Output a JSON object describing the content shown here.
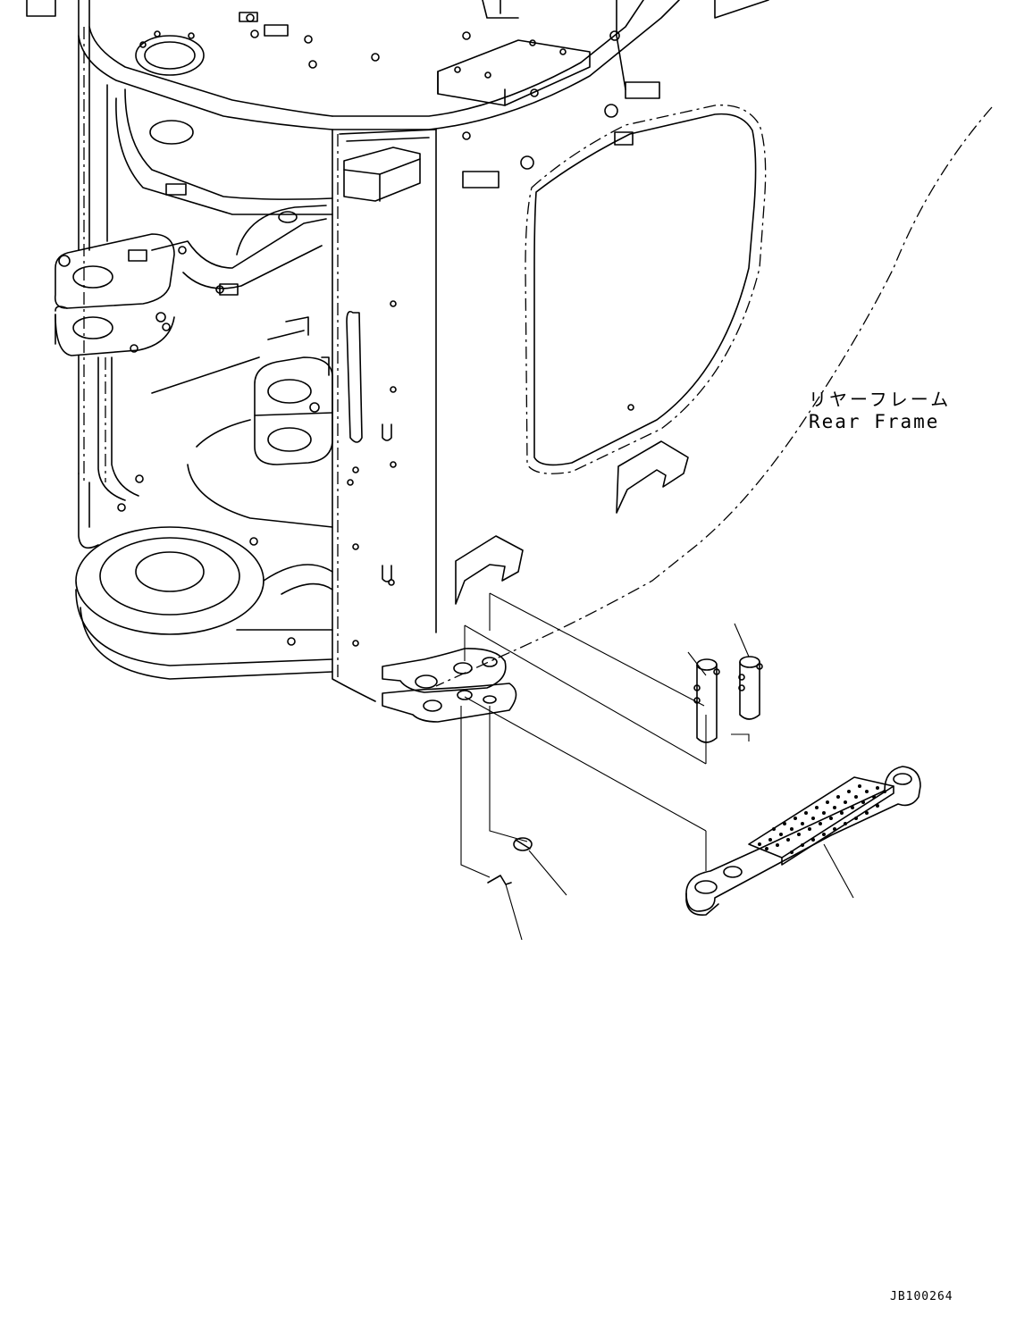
{
  "labels": {
    "part_name_jp": "リヤーフレーム",
    "part_name_en": "Rear Frame"
  },
  "drawing_code": "JB100264",
  "colors": {
    "line": "#000000",
    "background": "#ffffff"
  }
}
